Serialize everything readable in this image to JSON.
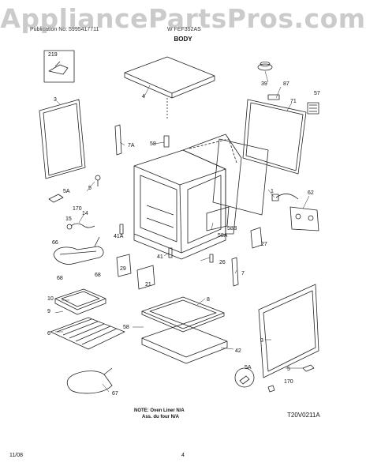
{
  "watermark": "AppliancePartsPros.com",
  "header": {
    "left": "Publication No: 5995417711",
    "right": "W FEF352AS",
    "title": "BODY"
  },
  "callouts": {
    "c219": "219",
    "c3a": "3",
    "c4": "4",
    "c39": "39",
    "c87": "87",
    "c71": "71",
    "c57": "57",
    "c58a": "58",
    "c7a": "7A",
    "c1": "1",
    "c62": "62",
    "c5a": "5A",
    "c5": "5",
    "c170a": "170",
    "c15": "15",
    "c14": "14",
    "c41a": "41A",
    "c58ap": "58A",
    "c58b": "58B",
    "c27": "27",
    "c66": "66",
    "c68a": "68",
    "c68b": "68",
    "c29": "29",
    "c41": "41",
    "c26": "26",
    "c21": "21",
    "c7": "7",
    "c10": "10",
    "c9": "9",
    "c6": "6",
    "c8": "8",
    "c58b2": "58",
    "c42": "42",
    "c3b": "3",
    "c5ab": "5A",
    "c5b": "5",
    "c170b": "170",
    "c67": "67"
  },
  "footer": {
    "note_line1": "NOTE: Oven Liner N/A",
    "note_line2": "Ass. du four N/A",
    "drawing_code": "T20V0211A",
    "date": "11/08",
    "page": "4"
  }
}
